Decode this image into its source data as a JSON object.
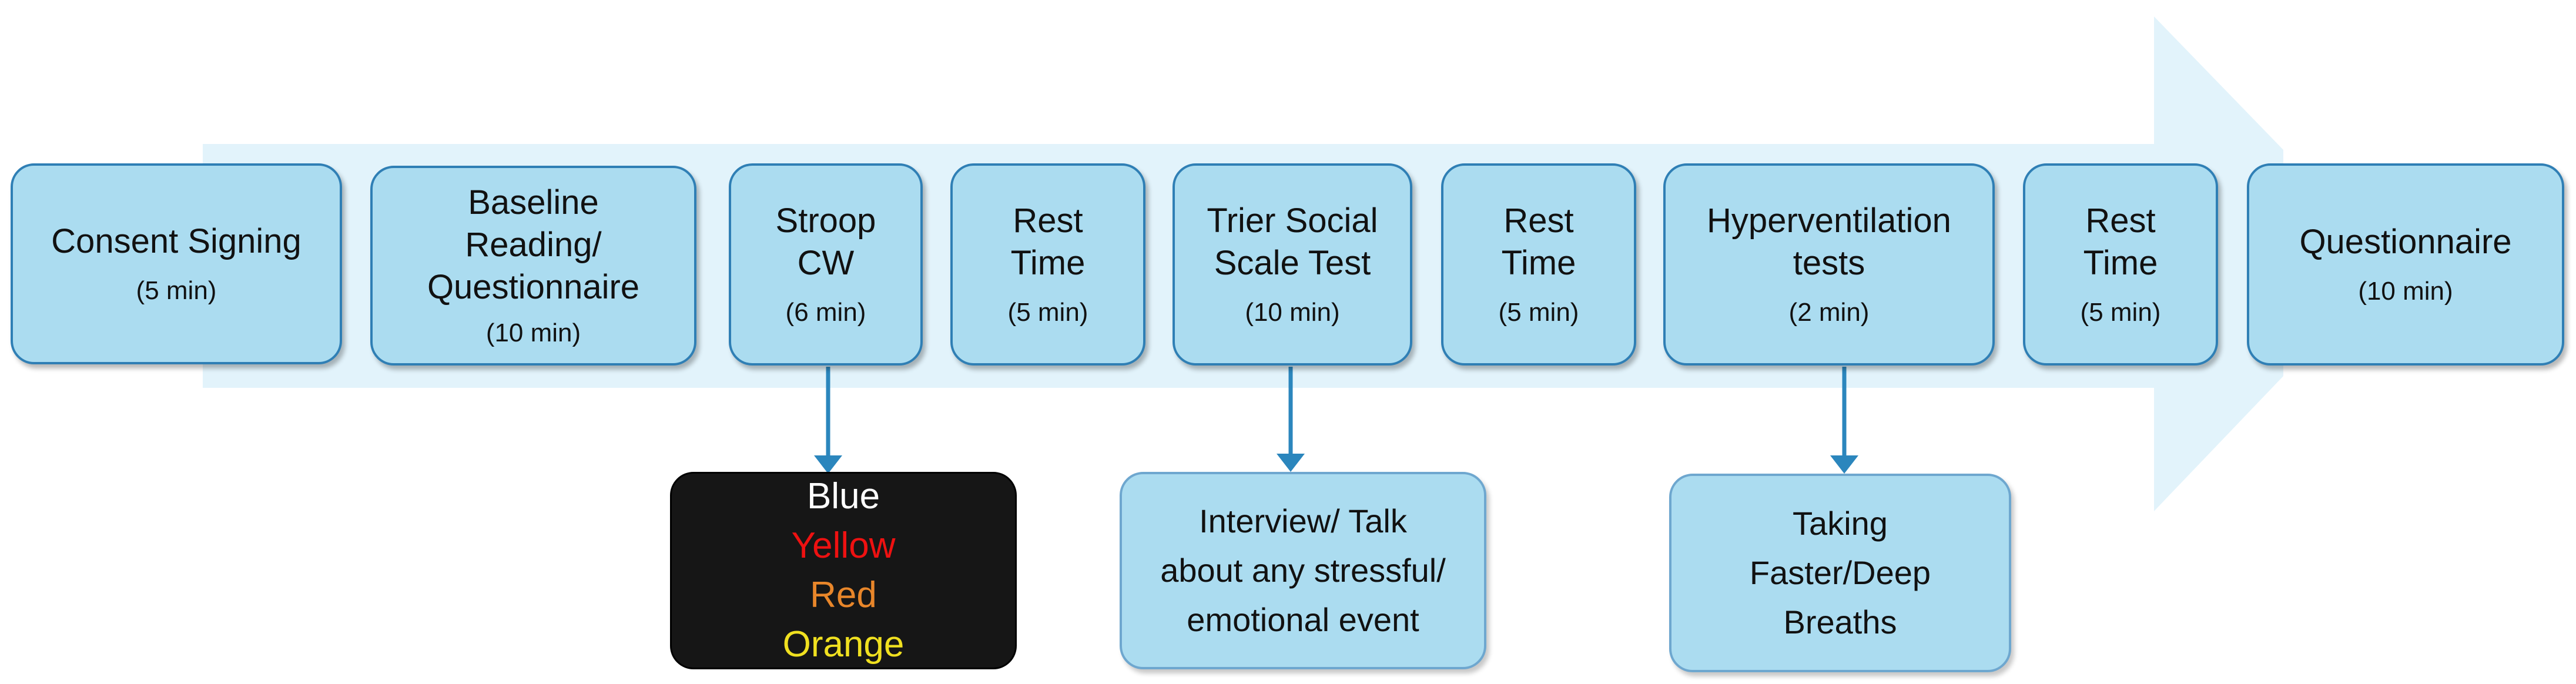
{
  "steps": [
    {
      "title": "Consent Signing",
      "duration": "(5 min)"
    },
    {
      "title": "Baseline\nReading/\nQuestionnaire",
      "duration": "(10 min)"
    },
    {
      "title": "Stroop\nCW",
      "duration": "(6 min)"
    },
    {
      "title": "Rest\nTime",
      "duration": "(5 min)"
    },
    {
      "title": "Trier Social\nScale Test",
      "duration": "(10 min)"
    },
    {
      "title": "Rest\nTime",
      "duration": "(5 min)"
    },
    {
      "title": "Hyperventilation\ntests",
      "duration": "(2 min)"
    },
    {
      "title": "Rest\nTime",
      "duration": "(5 min)"
    },
    {
      "title": "Questionnaire",
      "duration": "(10 min)"
    }
  ],
  "details": {
    "stroop_words": [
      {
        "text": "Blue",
        "color": "#ffffff"
      },
      {
        "text": "Yellow",
        "color": "#ee1111"
      },
      {
        "text": "Red",
        "color": "#e8862a"
      },
      {
        "text": "Orange",
        "color": "#f0e020"
      }
    ],
    "interview": "Interview/ Talk\nabout any stressful/\nemotional event",
    "breathing": "Taking\nFaster/Deep\nBreaths"
  },
  "colors": {
    "box_fill": "#abdcf0",
    "box_border": "#2f7fb5",
    "arrow_band": "#e2f3fb",
    "connector": "#2b86bd",
    "stroop_bg": "#161616"
  }
}
